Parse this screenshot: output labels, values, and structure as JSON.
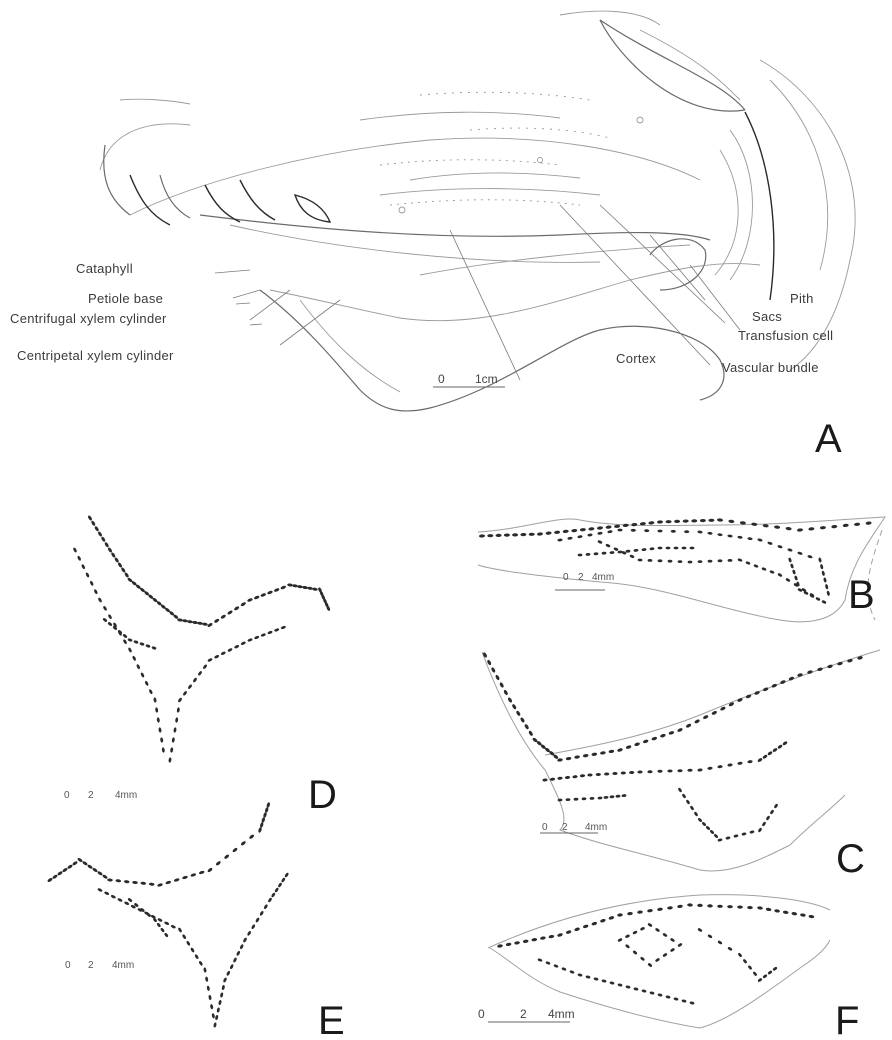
{
  "panels": {
    "A": {
      "letter": "A",
      "labels": {
        "cataphyll": "Cataphyll",
        "petiole_base": "Petiole base",
        "centrifugal": "Centrifugal xylem cylinder",
        "centripetal": "Centripetal xylem cylinder",
        "cortex": "Cortex",
        "pith": "Pith",
        "sacs": "Sacs",
        "transfusion": "Transfusion cell",
        "vascular": "Vascular bundle"
      },
      "scale": {
        "zero": "0",
        "end": "1cm"
      }
    },
    "B": {
      "letter": "B",
      "scale": {
        "zero": "0",
        "mid": "2",
        "end": "4mm"
      }
    },
    "C": {
      "letter": "C",
      "scale": {
        "zero": "0",
        "mid": "2",
        "end": "4mm"
      }
    },
    "D": {
      "letter": "D",
      "scale": {
        "zero": "0",
        "mid": "2",
        "end": "4mm"
      }
    },
    "E": {
      "letter": "E",
      "scale": {
        "zero": "0",
        "mid": "2",
        "end": "4mm"
      }
    },
    "F": {
      "letter": "F",
      "scale": {
        "zero": "0",
        "mid": "2",
        "end": "4mm"
      }
    }
  }
}
